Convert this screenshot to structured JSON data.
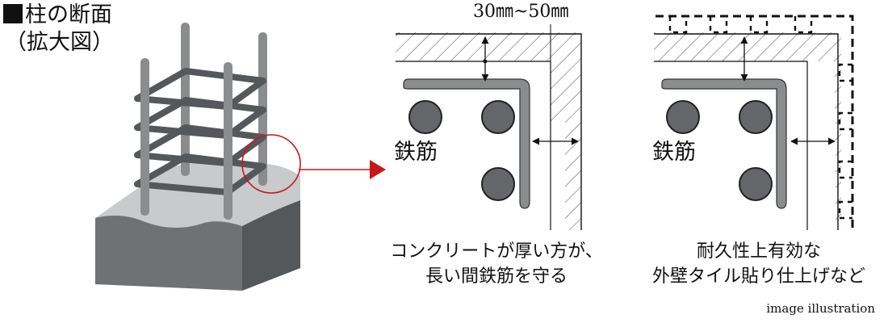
{
  "title": {
    "line1": "柱の断面",
    "line2": "（拡大図）"
  },
  "dimension_label": "30㎜~50㎜",
  "left_panel": {
    "rebar_label": "鉄筋",
    "caption_line1": "コンクリートが厚い方が、",
    "caption_line2": "長い間鉄筋を守る"
  },
  "right_panel": {
    "rebar_label": "鉄筋",
    "caption_line1": "耐久性上有効な",
    "caption_line2": "外壁タイル貼り仕上げなど"
  },
  "footer_note": "image illustration",
  "colors": {
    "rebar": "#8a8c8e",
    "tie": "#55585b",
    "base_top": "#c9cacb",
    "base_side": "#6f7173",
    "callout": "#c8161d"
  }
}
